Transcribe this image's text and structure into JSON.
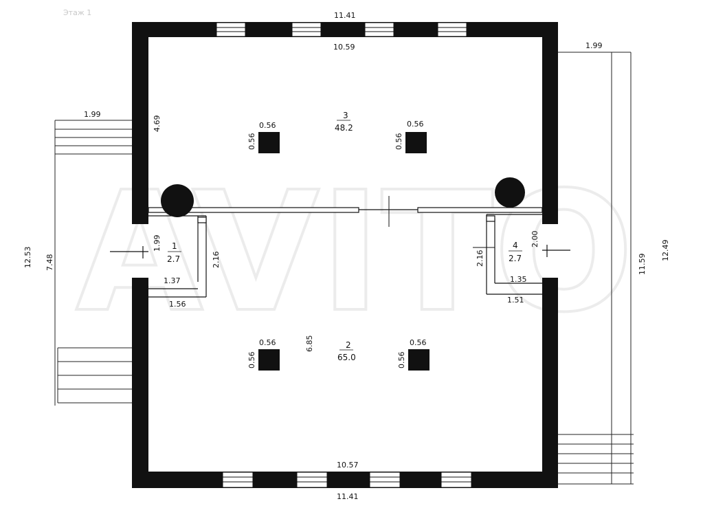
{
  "header_faint_text": "Этаж 1",
  "watermark_text": "AVITO",
  "dimensions": {
    "top_outer": "11.41",
    "top_inner": "10.59",
    "bottom_outer": "11.41",
    "bottom_inner": "10.57",
    "left_stair_width": "1.99",
    "right_stair_width": "1.99",
    "left_overall": "12.53",
    "left_lower": "7.48",
    "right_overall": "12.49",
    "right_inner": "11.59",
    "room3_wall_height": "4.69",
    "room2_wall_height": "6.85"
  },
  "rooms": [
    {
      "number": "3",
      "area": "48.2"
    },
    {
      "number": "2",
      "area": "65.0"
    },
    {
      "number": "1",
      "area": "2.7",
      "dims": [
        "1.99",
        "2.16",
        "1.37",
        "1.56"
      ]
    },
    {
      "number": "4",
      "area": "2.7",
      "dims": [
        "2.00",
        "2.16",
        "1.35",
        "1.51"
      ]
    }
  ],
  "columns": [
    {
      "w": "0.56",
      "h": "0.56"
    },
    {
      "w": "0.56",
      "h": "0.56"
    },
    {
      "w": "0.56",
      "h": "0.56"
    },
    {
      "w": "0.56",
      "h": "0.56"
    }
  ]
}
